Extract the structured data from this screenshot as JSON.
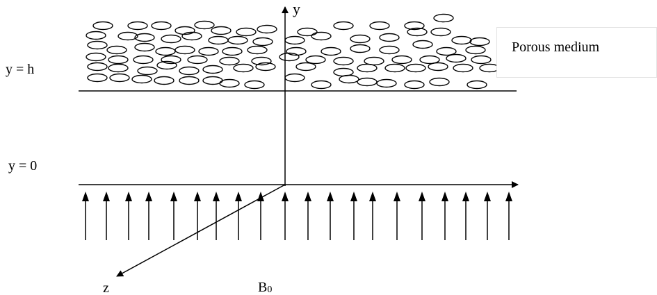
{
  "labels": {
    "y_h": "y = h",
    "y_0": "y = 0",
    "y_axis": "y",
    "z_axis": "z",
    "field_base": "B",
    "field_sub": "0"
  },
  "legend": {
    "text": "Porous medium"
  },
  "colors": {
    "line": "#000000",
    "background": "#ffffff",
    "legend_border": "#e3e3e3"
  },
  "diagram": {
    "porous_particle_shape": "ellipse",
    "magnetic_field_arrow_count": 20,
    "axes": [
      "y",
      "z",
      "horizontal-arrow"
    ]
  }
}
